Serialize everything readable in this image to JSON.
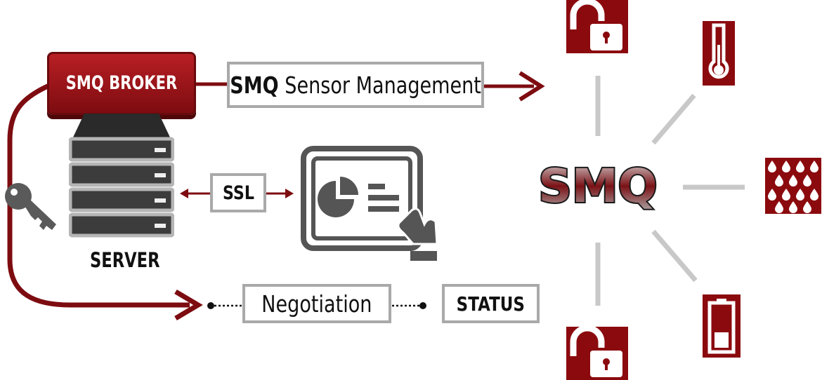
{
  "broker": {
    "label": "SMQ BROKER"
  },
  "sensor_box": {
    "prefix": "SMQ",
    "label": "Sensor Management"
  },
  "ssl_box": {
    "label": "SSL"
  },
  "server": {
    "label": "SERVER"
  },
  "negotiation_box": {
    "label": "Negotiation"
  },
  "status_box": {
    "label": "STATUS"
  },
  "hub": {
    "label": "SMQ"
  },
  "colors": {
    "accent": "#8b0a0e",
    "connector": "#c8c8c8",
    "frame": "#a9a9a9",
    "device": "#555555"
  }
}
